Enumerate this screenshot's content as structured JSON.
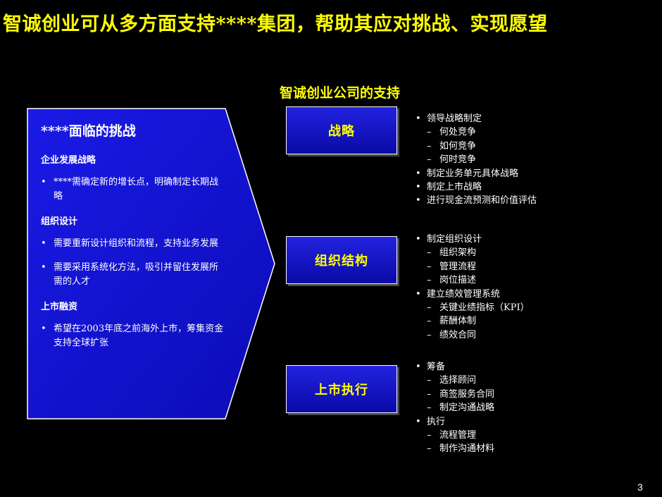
{
  "title": "智诚创业可从多方面支持****集团，帮助其应对挑战、实现愿望",
  "support_heading": "智诚创业公司的支持",
  "challenges": {
    "title": "****面临的挑战",
    "sections": [
      {
        "heading": "企业发展战略",
        "items": [
          "****需确定新的增长点，明确制定长期战略"
        ]
      },
      {
        "heading": "组织设计",
        "items": [
          "需要重新设计组织和流程，支持业务发展",
          "需要采用系统化方法，吸引并留住发展所需的人才"
        ]
      },
      {
        "heading": "上市融资",
        "items": [
          "希望在2003年底之前海外上市，筹集资金支持全球扩张"
        ]
      }
    ]
  },
  "support_areas": [
    {
      "label": "战略",
      "items": [
        {
          "level": 1,
          "text": "领导战略制定"
        },
        {
          "level": 2,
          "text": "何处竞争"
        },
        {
          "level": 2,
          "text": "如何竞争"
        },
        {
          "level": 2,
          "text": "何时竞争"
        },
        {
          "level": 1,
          "text": "制定业务单元具体战略"
        },
        {
          "level": 1,
          "text": "制定上市战略"
        },
        {
          "level": 1,
          "text": "进行现金流预测和价值评估"
        }
      ]
    },
    {
      "label": "组织结构",
      "items": [
        {
          "level": 1,
          "text": "制定组织设计"
        },
        {
          "level": 2,
          "text": "组织架构"
        },
        {
          "level": 2,
          "text": "管理流程"
        },
        {
          "level": 2,
          "text": "岗位描述"
        },
        {
          "level": 1,
          "text": "建立绩效管理系统"
        },
        {
          "level": 2,
          "text": "关键业绩指标（KPI）"
        },
        {
          "level": 2,
          "text": "薪酬体制"
        },
        {
          "level": 2,
          "text": "绩效合同"
        }
      ]
    },
    {
      "label": "上市执行",
      "items": [
        {
          "level": 1,
          "text": "筹备"
        },
        {
          "level": 2,
          "text": "选择顾问"
        },
        {
          "level": 2,
          "text": "商签服务合同"
        },
        {
          "level": 2,
          "text": "制定沟通战略"
        },
        {
          "level": 1,
          "text": "执行"
        },
        {
          "level": 2,
          "text": "流程管理"
        },
        {
          "level": 2,
          "text": "制作沟通材料"
        }
      ]
    }
  ],
  "bullet_glyphs": {
    "level1": "•",
    "level2": "–"
  },
  "page_number": "3",
  "colors": {
    "background": "#000000",
    "title": "#FFFF00",
    "panel_fill": "#1414D8",
    "box_fill": "#1A1AC8",
    "box_text": "#FFFF00",
    "body_text": "#FFFFFF"
  }
}
